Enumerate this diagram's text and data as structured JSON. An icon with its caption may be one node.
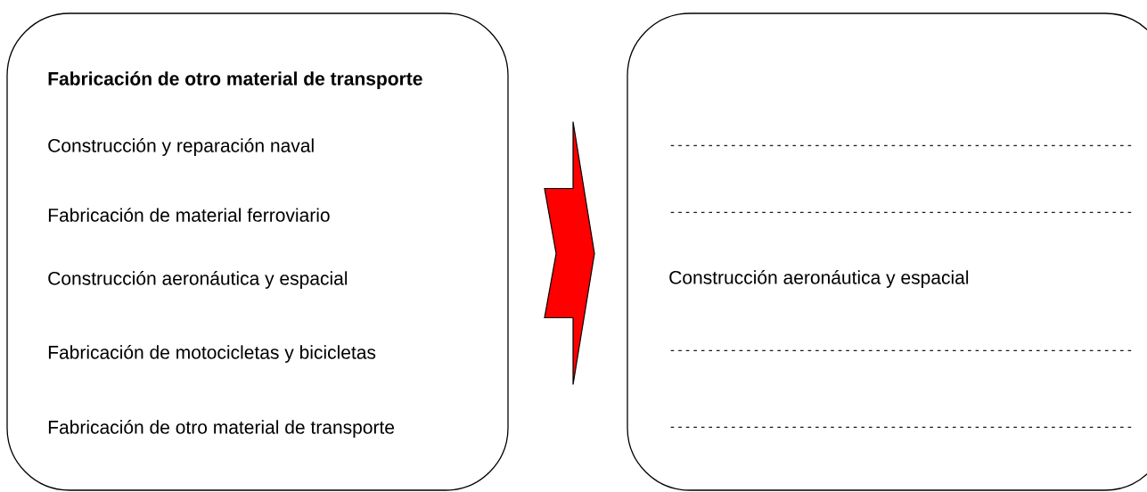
{
  "diagram": {
    "nodes": [
      {
        "text": [
          "Fabricación de otro material de transporte",
          "Construcción y reparación naval",
          "Fabricación de material ferroviario",
          "Construcción aeronáutica y espacial",
          "Fabricación de motocicletas y bicicletas",
          "Fabricación de otro material de transporte"
        ]
      },
      {
        "text": [
          "-------------------------------------------------------------",
          "-------------------------------------------------------------",
          "Construcción aeronáutica y espacial",
          "-------------------------------------------------------------",
          "-------------------------------------------------------------"
        ]
      }
    ],
    "edges": [
      {
        "from": 0,
        "to": 1,
        "arrow": "to",
        "color": "#ff0000"
      }
    ]
  }
}
